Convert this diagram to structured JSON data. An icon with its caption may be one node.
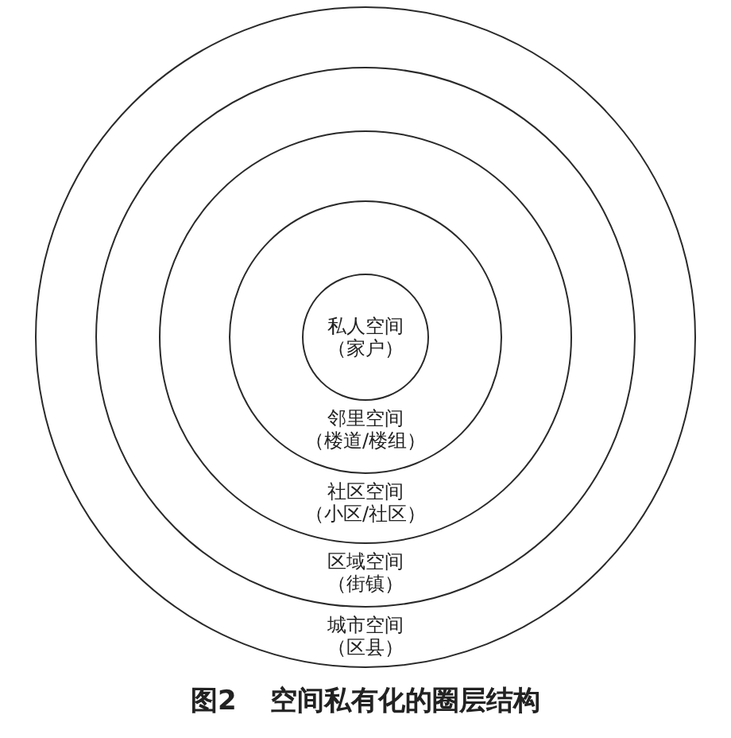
{
  "diagram": {
    "caption": "图2 空间私有化的圈层结构",
    "nodes": [
      {
        "text": [
          "城市空间（区县）"
        ]
      },
      {
        "text": [
          "区域空间（街镇）"
        ],
        "in": 0
      },
      {
        "text": [
          "社区空间（小区/社区）"
        ],
        "in": 1
      },
      {
        "text": [
          "邻里空间（楼道/楼组）"
        ],
        "in": 2
      },
      {
        "text": [
          "私人空间（家户）"
        ],
        "in": 3
      }
    ]
  }
}
